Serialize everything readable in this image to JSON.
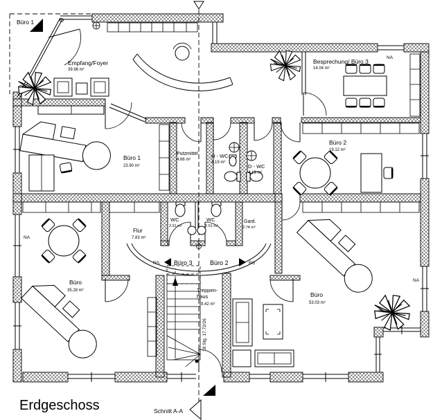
{
  "title": "Erdgeschoss",
  "section": {
    "label": "Schnitt A-A"
  },
  "entry_sign": {
    "label": "Büro 1"
  },
  "rooms": {
    "foyer": {
      "name": "Empfang/Foyer",
      "area": "39.96 m²"
    },
    "besprechung": {
      "name": "Besprechung/ Büro 3",
      "area": "14.04 m²"
    },
    "buero1": {
      "name": "Büro 1",
      "area": "23.90 m²"
    },
    "putzmittel": {
      "name": "Putzmittel",
      "area": "4.66 m²"
    },
    "hwc": {
      "name": "H - WC",
      "area": "4.19 m²"
    },
    "dwc": {
      "name": "D - WC",
      "area": "4.19 m²"
    },
    "buero2": {
      "name": "Büro 2",
      "area": "19.12 m²"
    },
    "wc1": {
      "name": "WC",
      "area": "2.51 m²"
    },
    "wc2": {
      "name": "WC",
      "area": "2.51 m²"
    },
    "gard": {
      "name": "Gard.",
      "area": "2.74 m²"
    },
    "flur": {
      "name": "Flur",
      "area": "7.83 m²"
    },
    "buero_sw": {
      "name": "Büro",
      "area": "35.28 m²"
    },
    "buero_se": {
      "name": "Büro",
      "area": "53.03 m²"
    },
    "treppenhaus": {
      "name_line1": "Treppen-",
      "name_line2": "haus",
      "area": "9.42 m²"
    }
  },
  "stairs": {
    "note": "18 Stg. 17.72/26"
  },
  "door_signs": {
    "rs_left": "RS",
    "buero3": "Büro 3",
    "buero2": "Büro 2",
    "rs_right": "RS"
  },
  "window_labels": {
    "na_left": "NA",
    "na_top": "NA",
    "na_right": "NA"
  },
  "colors": {
    "line": "#000000",
    "background": "#ffffff"
  }
}
